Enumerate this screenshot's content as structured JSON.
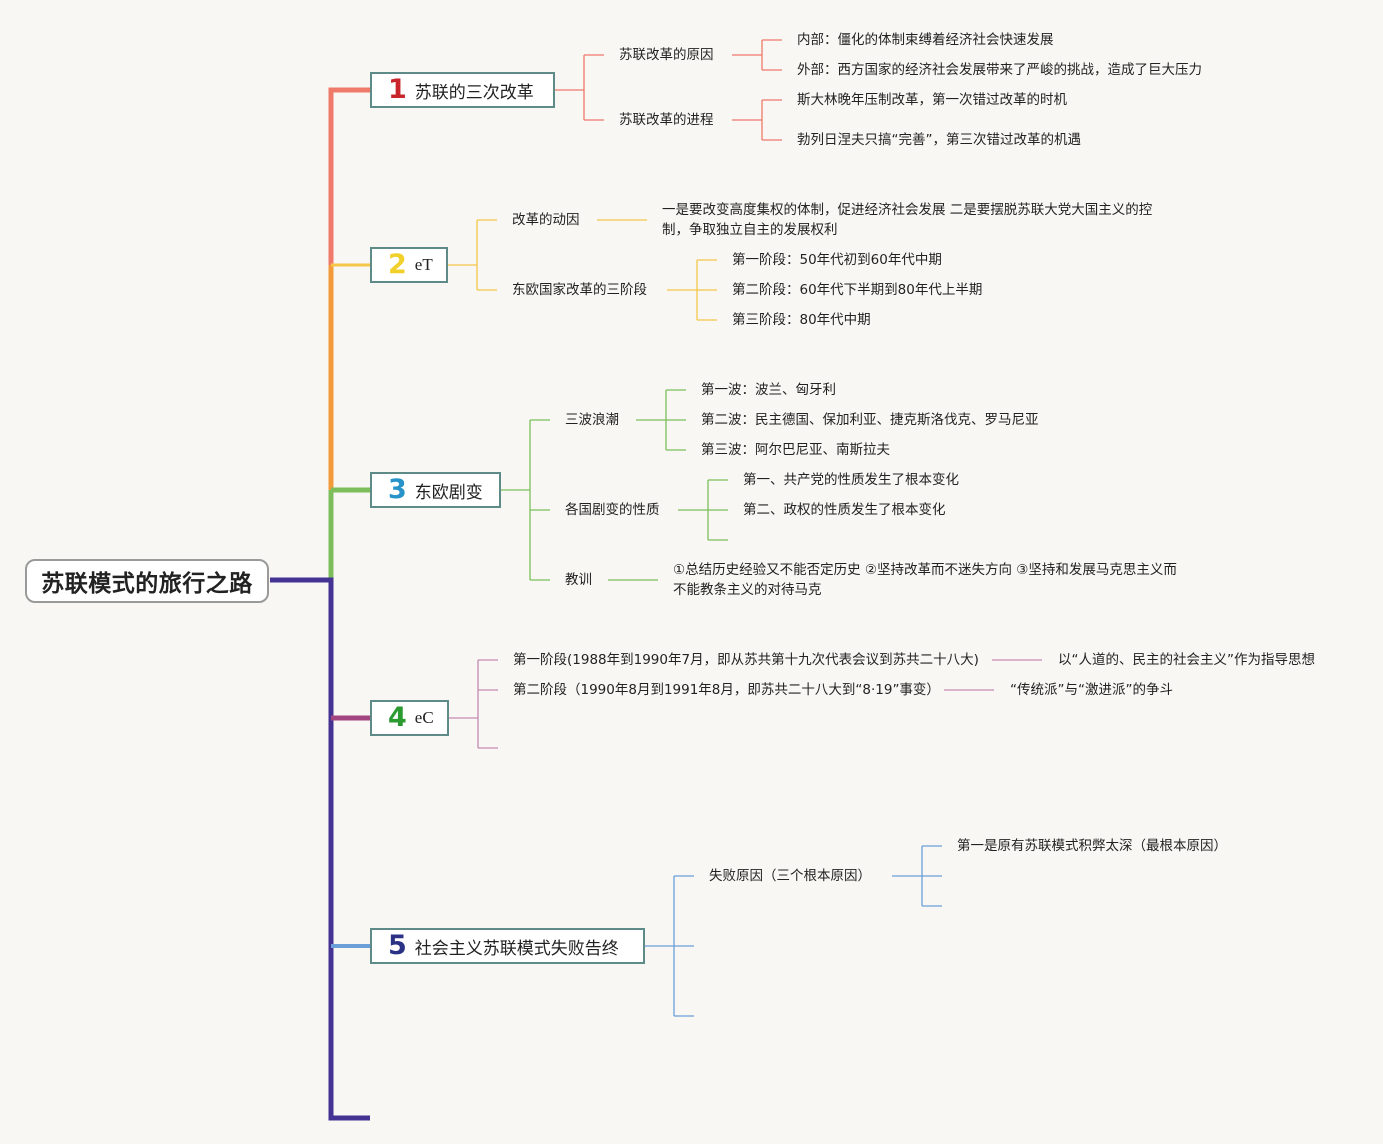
{
  "root": {
    "title": "苏联模式的旅行之路"
  },
  "colors": {
    "c1": "#ef7a6a",
    "c2": "#f4c748",
    "c3": "#7cbf5a",
    "c4": "#a3467f",
    "c5": "#6a9fd8",
    "spine": "#443393",
    "num1": "#c9262c",
    "num2": "#f2d02a",
    "num3": "#2793c9",
    "num4": "#2a9a31",
    "num5": "#2b3286"
  },
  "topics": [
    {
      "num": "1",
      "label": "苏联的三次改革",
      "subs": [
        {
          "label": "苏联改革的原因",
          "items": [
            "内部：僵化的体制束缚着经济社会快速发展",
            "外部：西方国家的经济社会发展带来了严峻的挑战，造成了巨大压力"
          ]
        },
        {
          "label": "苏联改革的进程",
          "items": [
            "斯大林晚年压制改革，第一次错过改革的时机",
            "勃列日涅夫只搞“完善”，第三次错过改革的机遇"
          ]
        }
      ]
    },
    {
      "num": "2",
      "label": "eT",
      "subs": [
        {
          "label": "改革的动因",
          "items": [
            "一是要改变高度集权的体制，促进经济社会发展 二是要摆脱苏联大党大国主义的控制，争取独立自主的发展权利"
          ]
        },
        {
          "label": "东欧国家改革的三阶段",
          "items": [
            "第一阶段：50年代初到60年代中期",
            "第二阶段：60年代下半期到80年代上半期",
            "第三阶段：80年代中期"
          ]
        }
      ]
    },
    {
      "num": "3",
      "label": "东欧剧变",
      "subs": [
        {
          "label": "三波浪潮",
          "items": [
            "第一波：波兰、匈牙利",
            "第二波：民主德国、保加利亚、捷克斯洛伐克、罗马尼亚",
            "第三波：阿尔巴尼亚、南斯拉夫"
          ]
        },
        {
          "label": "各国剧变的性质",
          "items": [
            "第一、共产党的性质发生了根本变化",
            "第二、政权的性质发生了根本变化"
          ]
        },
        {
          "label": "教训",
          "items": [
            "①总结历史经验又不能否定历史 ②坚持改革而不迷失方向 ③坚持和发展马克思主义而不能教条主义的对待马克"
          ]
        }
      ]
    },
    {
      "num": "4",
      "label": "eC",
      "subs": [
        {
          "label": "第一阶段(1988年到1990年7月，即从苏共第十九次代表会议到苏共二十八大)",
          "items": [
            "以“人道的、民主的社会主义”作为指导思想"
          ]
        },
        {
          "label": "第二阶段（1990年8月到1991年8月，即苏共二十八大到“8·19”事变）",
          "items": [
            "“传统派”与“激进派”的争斗"
          ]
        }
      ]
    },
    {
      "num": "5",
      "label": "社会主义苏联模式失败告终",
      "subs": [
        {
          "label": "失败原因（三个根本原因）",
          "items": [
            "第一是原有苏联模式积弊太深（最根本原因）"
          ]
        }
      ]
    }
  ]
}
